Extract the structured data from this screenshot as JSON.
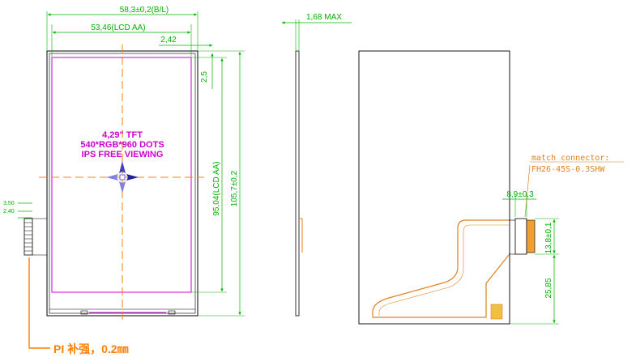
{
  "front": {
    "dim_bl_width": "58,3±0,2(B/L)",
    "dim_lcd_width": "53,46(LCD AA)",
    "dim_offset_x": "2,42",
    "dim_offset_y": "2,5",
    "dim_lcd_height": "95,04(LCD AA)",
    "dim_total_height": "105,7±0,2",
    "dim_pitch_a": "3.50",
    "dim_pitch_b": "2.40",
    "center_label_line1": "4,29\" TFT",
    "center_label_line2": "540*RGB*960 DOTS",
    "center_label_line3": "IPS FREE VIEWING",
    "callout": "PI 补强，0.2㎜"
  },
  "side": {
    "dim_thickness": "1,68 MAX"
  },
  "back": {
    "connector_label_line1": "match connector:",
    "connector_label_line2": "FH26-45S-0.3SHW",
    "dim_conn_width": "8,9±0,3",
    "dim_conn_height": "13,8±0,1",
    "dim_conn_offset": "25,85"
  },
  "colors": {
    "outline": "#000000",
    "dimension": "#00b000",
    "lcd_area": "#cc00cc",
    "center_line": "#ff8000",
    "flex": "#e08020",
    "marker": "#4040c0"
  }
}
